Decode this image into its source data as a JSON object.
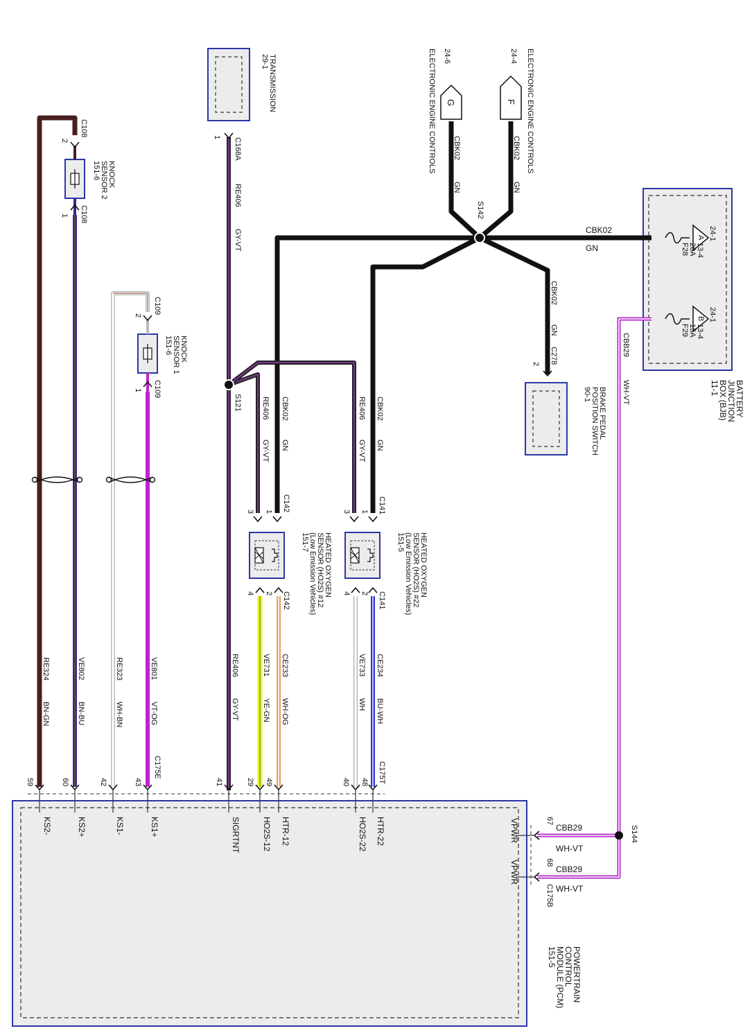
{
  "colors": {
    "box_border": "#2a36a8",
    "box_fill": "#ececec",
    "wire_black": "#111111",
    "wire_violet": "#b428c8",
    "wire_brown": "#4a1e1e",
    "wire_yellow": "#f0ec1c",
    "wire_orange": "#e8a060",
    "wire_blue": "#2a36c8"
  },
  "components": {
    "bjb": {
      "lines": [
        "BATTERY",
        "JUNCTION",
        "BOX (BJB)",
        "11-1"
      ],
      "fuse_a": {
        "ref": "24-1",
        "letter": "A",
        "lines": [
          "F28",
          "20A",
          "13-4"
        ]
      },
      "fuse_b": {
        "ref": "24-1",
        "letter": "B",
        "lines": [
          "F29",
          "15A",
          "13-4"
        ]
      }
    },
    "transmission": {
      "lines": [
        "TRANSMISSION",
        "29-1"
      ]
    },
    "eec_f": {
      "lines": [
        "ELECTRONIC ENGINE CONTROLS",
        "24-4"
      ],
      "letter": "F"
    },
    "eec_g": {
      "lines": [
        "ELECTRONIC ENGINE CONTROLS",
        "24-6"
      ],
      "letter": "G"
    },
    "brake_switch": {
      "lines": [
        "BRAKE PEDAL",
        "POSITION SWITCH",
        "90-1"
      ]
    },
    "ks2": {
      "lines": [
        "KNOCK",
        "SENSOR 2",
        "151-6"
      ]
    },
    "ks1": {
      "lines": [
        "KNOCK",
        "SENSOR 1",
        "151-6"
      ]
    },
    "ho2s_12": {
      "lines": [
        "HEATED OXYGEN",
        "SENSOR (HO2S) #12",
        "(Low Emission Vehicles)",
        "151-7"
      ]
    },
    "ho2s_22": {
      "lines": [
        "HEATED OXYGEN",
        "SENSOR (HO2S) #22",
        "(Low Emission Vehicles)",
        "151-5"
      ]
    },
    "pcm": {
      "lines": [
        "POWERTRAIN",
        "CONTROL",
        "MODULE (PCM)",
        "151-5"
      ]
    }
  },
  "connectors": {
    "c108": "C108",
    "c109": "C109",
    "c168a": "C168A",
    "c142": "C142",
    "c141": "C141",
    "c278": "C278",
    "c175e": "C175E",
    "c175t": "C175T",
    "c175b": "C175B"
  },
  "splices": {
    "s142": "S142",
    "s121": "S121",
    "s144": "S144"
  },
  "wires": {
    "cbk02": "CBK02",
    "gn": "GN",
    "cbb29": "CBB29",
    "wh_vt": "WH-VT",
    "re406": "RE406",
    "gy_vt": "GY-VT",
    "gy_vt2": "GY-VT",
    "re324": "RE324",
    "bn_gn": "BN-GN",
    "ve802": "VE802",
    "bn_bu": "BN-BU",
    "re323": "RE323",
    "wh_bn": "WH-BN",
    "ve801": "VE801",
    "vt_og": "VT-OG",
    "ve731": "VE731",
    "ye_gn": "YE-GN",
    "ce233": "CE233",
    "wh_og": "WH-OG",
    "ve733": "VE733",
    "wh": "WH",
    "ce234": "CE234",
    "bu_wh": "BU-WH"
  },
  "pins": {
    "p1": "1",
    "p2": "2",
    "p3": "3",
    "p4": "4",
    "p59": "59",
    "p60": "60",
    "p42": "42",
    "p43": "43",
    "p41": "41",
    "p29": "29",
    "p49": "49",
    "p40": "40",
    "p48": "48",
    "p67": "67",
    "p68": "68"
  },
  "pcm_pins": {
    "ks2n": "KS2-",
    "ks2p": "KS2+",
    "ks1n": "KS1-",
    "ks1p": "KS1+",
    "sigrtn": "SIGRTNT",
    "ho2s12": "HO2S-12",
    "htr12": "HTR-12",
    "ho2s22": "HO2S-22",
    "htr22": "HTR-22",
    "vpwr": "VPWR"
  }
}
